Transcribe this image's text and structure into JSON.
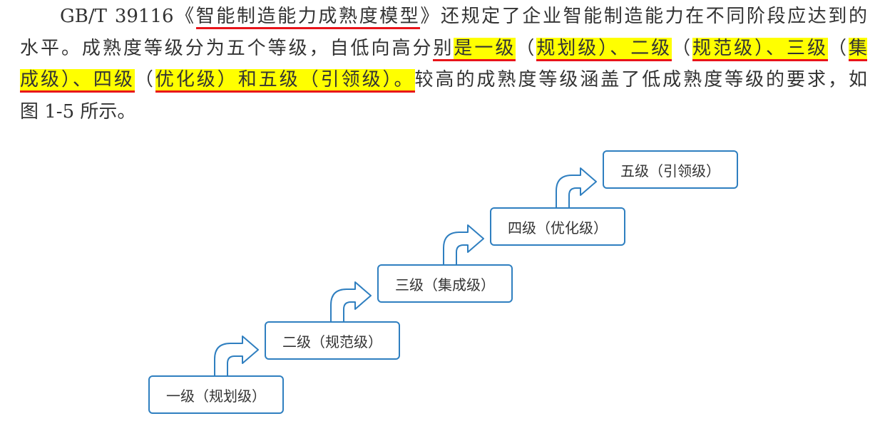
{
  "paragraph": {
    "lines": [
      [
        {
          "t": "GB/T 39116《",
          "s": ""
        },
        {
          "t": "智能制造能力成熟度模型",
          "s": "u"
        },
        {
          "t": "》还规定了企业智能制造能力在不同阶段应达到的",
          "s": ""
        }
      ],
      [
        {
          "t": "水平。成熟度等级分为五个等级，自低向高分",
          "s": ""
        },
        {
          "t": "别",
          "s": "u"
        },
        {
          "t": "是一级",
          "s": "h u"
        },
        {
          "t": "（",
          "s": ""
        },
        {
          "t": "规",
          "s": "h u"
        },
        {
          "t": "划级）、二级",
          "s": "h u"
        },
        {
          "t": "（",
          "s": ""
        },
        {
          "t": "规",
          "s": "h u"
        },
        {
          "t": "范级）、三级",
          "s": "h u"
        },
        {
          "t": "（",
          "s": ""
        },
        {
          "t": "集",
          "s": "h u"
        }
      ],
      [
        {
          "t": "成级）、四级",
          "s": "h u"
        },
        {
          "t": "（",
          "s": ""
        },
        {
          "t": "优",
          "s": "h u"
        },
        {
          "t": "化级）和五级（引领级）。",
          "s": "h u"
        },
        {
          "t": "较高的成熟度等级涵盖了低成熟度等级的要求，如",
          "s": ""
        }
      ],
      [
        {
          "t": "图 1-5 所示。",
          "s": ""
        }
      ]
    ]
  },
  "diagram": {
    "levels": [
      "一级（规划级）",
      "二级（规范级）",
      "三级（集成级）",
      "四级（优化级）",
      "五级（引领级）"
    ],
    "color": "#2f7fc0"
  }
}
